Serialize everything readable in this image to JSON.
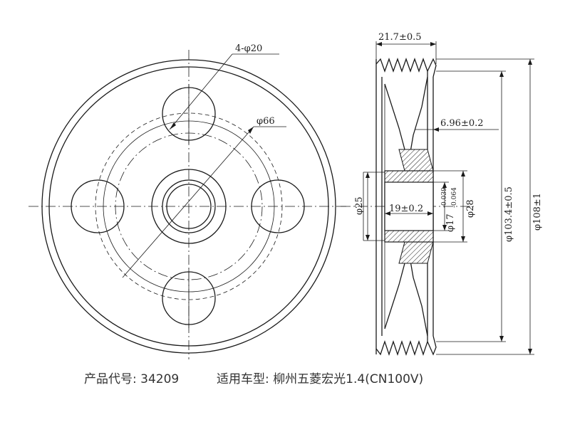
{
  "labels": {
    "holes": "4-φ20",
    "pcd": "φ66",
    "width": "21.7±0.5",
    "groove_depth": "6.96±0.2",
    "inner_dia": "φ25",
    "hub_len": "19±0.2",
    "bore": "φ17",
    "bore_tol_upper": "-0.039",
    "bore_tol_lower": "-0.064",
    "hub_dia": "φ28",
    "pulley_dia": "φ103.4±0.5",
    "outer_dia": "φ108±1"
  },
  "caption": {
    "product_code_label": "产品代号:",
    "product_code": "34209",
    "model_label": "适用车型:",
    "model": "柳州五菱宏光1.4(CN100V)"
  }
}
